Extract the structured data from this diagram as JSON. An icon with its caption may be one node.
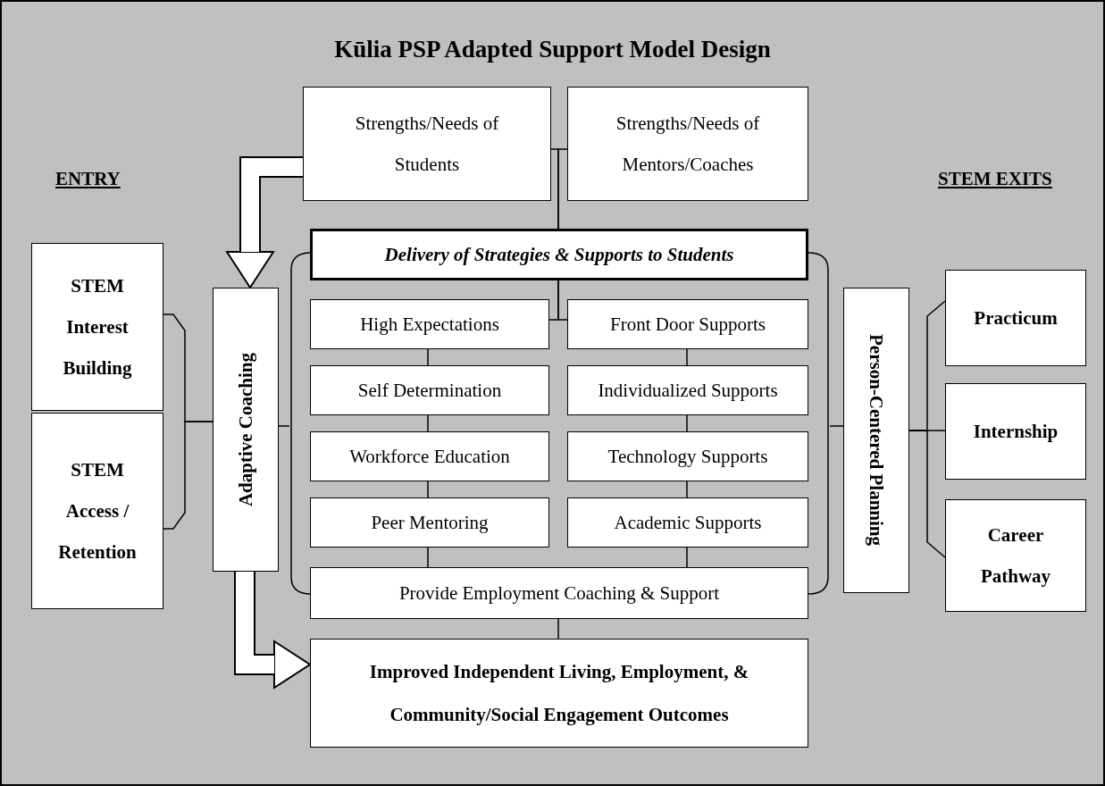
{
  "diagram": {
    "title": "Kūlia PSP Adapted Support Model Design",
    "nodes": [
      {
        "text": [
          "Strengths/Needs of Students"
        ]
      },
      {
        "text": [
          "Strengths/Needs of Mentors/Coaches"
        ]
      },
      {
        "text": [
          "STEM Interest Building"
        ]
      },
      {
        "text": [
          "STEM Access / Retention"
        ]
      },
      {
        "text": [
          "Adaptive Coaching"
        ]
      },
      {
        "text": [
          "Delivery of Strategies & Supports to Students"
        ]
      },
      {
        "text": [
          "High Expectations"
        ]
      },
      {
        "text": [
          "Front Door Supports"
        ]
      },
      {
        "text": [
          "Self Determination"
        ]
      },
      {
        "text": [
          "Individualized Supports"
        ]
      },
      {
        "text": [
          "Workforce Education"
        ]
      },
      {
        "text": [
          "Technology Supports"
        ]
      },
      {
        "text": [
          "Peer Mentoring"
        ]
      },
      {
        "text": [
          "Academic Supports"
        ]
      },
      {
        "text": [
          "Provide Employment Coaching & Support"
        ]
      },
      {
        "text": [
          "Person-Centered Planning"
        ]
      },
      {
        "text": [
          "Practicum"
        ]
      },
      {
        "text": [
          "Internship"
        ]
      },
      {
        "text": [
          "Career Pathway"
        ]
      },
      {
        "text": [
          "Improved Independent Living, Employment, & Community/Social Engagement Outcomes"
        ]
      },
      {
        "text": [],
        "shape": "bracket"
      },
      {
        "text": [],
        "shape": "bracket"
      }
    ],
    "edges": [
      {
        "from": 0,
        "to": 5,
        "arrow": "none"
      },
      {
        "from": 1,
        "to": 5,
        "arrow": "none"
      },
      {
        "from": 0,
        "to": 4,
        "arrow": "to",
        "style": "thick"
      },
      {
        "from": 2,
        "to": 4,
        "arrow": "none"
      },
      {
        "from": 3,
        "to": 4,
        "arrow": "none"
      },
      {
        "from": 4,
        "to": 20,
        "arrow": "none"
      },
      {
        "from": 5,
        "to": 6,
        "arrow": "none"
      },
      {
        "from": 5,
        "to": 7,
        "arrow": "none"
      },
      {
        "from": 6,
        "to": 8,
        "arrow": "none"
      },
      {
        "from": 8,
        "to": 10,
        "arrow": "none"
      },
      {
        "from": 10,
        "to": 12,
        "arrow": "none"
      },
      {
        "from": 12,
        "to": 14,
        "arrow": "none"
      },
      {
        "from": 7,
        "to": 9,
        "arrow": "none"
      },
      {
        "from": 9,
        "to": 11,
        "arrow": "none"
      },
      {
        "from": 11,
        "to": 13,
        "arrow": "none"
      },
      {
        "from": 13,
        "to": 14,
        "arrow": "none"
      },
      {
        "from": 21,
        "to": 15,
        "arrow": "none"
      },
      {
        "from": 15,
        "to": 16,
        "arrow": "none"
      },
      {
        "from": 15,
        "to": 17,
        "arrow": "none"
      },
      {
        "from": 15,
        "to": 18,
        "arrow": "none"
      },
      {
        "from": 14,
        "to": 19,
        "arrow": "none"
      },
      {
        "from": 4,
        "to": 19,
        "arrow": "to",
        "style": "thick"
      }
    ],
    "labels": [
      "ENTRY",
      "STEM EXITS"
    ]
  }
}
